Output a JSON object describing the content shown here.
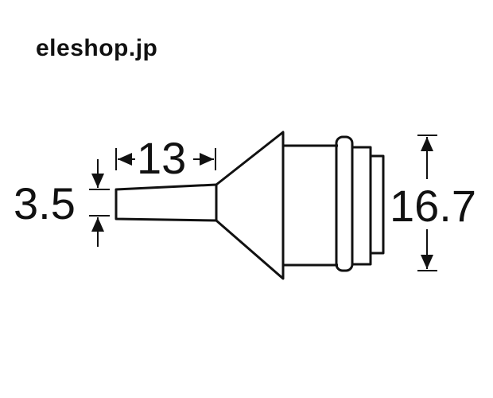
{
  "brand": {
    "text": "eleshop.jp"
  },
  "dimensions": {
    "tip_length": "13",
    "tip_diameter": "3.5",
    "body_diameter": "16.7"
  },
  "colors": {
    "line": "#111111",
    "background": "#ffffff"
  }
}
